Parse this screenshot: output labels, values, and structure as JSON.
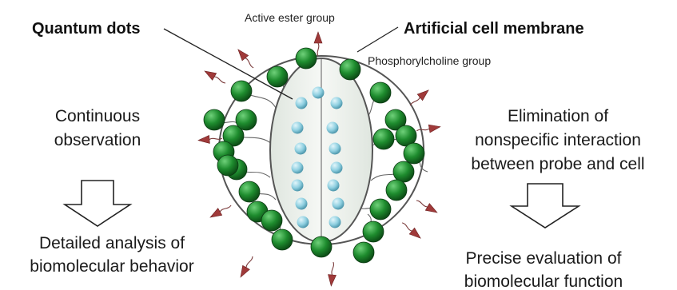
{
  "labels": {
    "quantum_dots": "Quantum dots",
    "active_ester": "Active ester group",
    "artificial_membrane": "Artificial cell membrane",
    "phosphorylcholine": "Phosphorylcholine group"
  },
  "left": {
    "top": [
      "Continuous",
      "observation"
    ],
    "bottom": [
      "Detailed analysis of",
      "biomolecular behavior"
    ]
  },
  "right": {
    "top": [
      "Elimination of",
      "nonspecific interaction",
      "between probe and cell"
    ],
    "bottom": [
      "Precise evaluation of",
      "biomolecular function"
    ]
  },
  "colors": {
    "green_bead": "#1e8c2e",
    "dot": "#8ecfe0",
    "ester": "#a03a3a",
    "inner_shell": "#eef2ee"
  }
}
